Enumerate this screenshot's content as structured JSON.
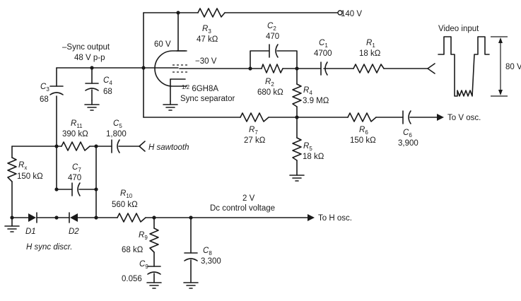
{
  "supply": {
    "voltage": "140 V"
  },
  "tube": {
    "plate_voltage": "60 V",
    "grid_voltage": "−30 V",
    "fraction": "1/2",
    "type": "6GH8A",
    "caption": "Sync separator"
  },
  "sync_output": {
    "label": "–Sync output",
    "level": "48 V p-p"
  },
  "video_input": {
    "label": "Video input",
    "amplitude": "80 V"
  },
  "to_v_osc": "To V osc.",
  "h_sawtooth": "H sawtooth",
  "dc_control": {
    "voltage": "2 V",
    "label": "Dc control voltage",
    "dest": "To H osc."
  },
  "h_sync_discr": "H sync discr.",
  "components": {
    "R3": {
      "ref": "R",
      "sub": "3",
      "value": "47 kΩ"
    },
    "R2": {
      "ref": "R",
      "sub": "2",
      "value": "680 kΩ"
    },
    "R1": {
      "ref": "R",
      "sub": "1",
      "value": "18 kΩ"
    },
    "R4": {
      "ref": "R",
      "sub": "4",
      "value": "3.9 MΩ"
    },
    "R7": {
      "ref": "R",
      "sub": "7",
      "value": "27 kΩ"
    },
    "R6": {
      "ref": "R",
      "sub": "6",
      "value": "150 kΩ"
    },
    "R5": {
      "ref": "R",
      "sub": "5",
      "value": "18 kΩ"
    },
    "R11": {
      "ref": "R",
      "sub": "11",
      "value": "390 kΩ"
    },
    "Rx": {
      "ref": "R",
      "sub": "x",
      "value": "150 kΩ"
    },
    "R10": {
      "ref": "R",
      "sub": "10",
      "value": "560 kΩ"
    },
    "R9": {
      "ref": "R",
      "sub": "9",
      "value": "68 kΩ"
    },
    "C2": {
      "ref": "C",
      "sub": "2",
      "value": "470"
    },
    "C1": {
      "ref": "C",
      "sub": "1",
      "value": "4700"
    },
    "C3": {
      "ref": "C",
      "sub": "3",
      "value": "68"
    },
    "C4": {
      "ref": "C",
      "sub": "4",
      "value": "68"
    },
    "C5": {
      "ref": "C",
      "sub": "5",
      "value": "1,800"
    },
    "C6": {
      "ref": "C",
      "sub": "6",
      "value": "3,900"
    },
    "C7": {
      "ref": "C",
      "sub": "7",
      "value": "470"
    },
    "C8": {
      "ref": "C",
      "sub": "8",
      "value": "3,300"
    },
    "C9": {
      "ref": "C",
      "sub": "9",
      "value": "0.056"
    },
    "D1": {
      "ref": "D1"
    },
    "D2": {
      "ref": "D2"
    }
  }
}
